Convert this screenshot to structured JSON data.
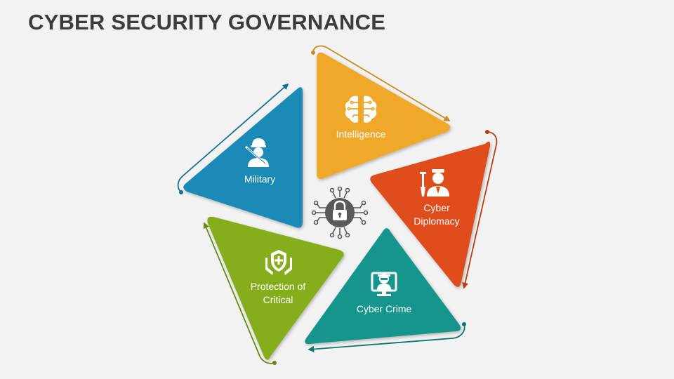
{
  "title": "CYBER SECURITY GOVERNANCE",
  "center_icon": "padlock-circuit-icon",
  "segments": [
    {
      "label": "Intelligence",
      "icon": "brain-circuit-icon",
      "color": "#f0a82a"
    },
    {
      "label_lines": [
        "Cyber",
        "Diplomacy"
      ],
      "icon": "diplomat-icon",
      "color": "#e04e1b"
    },
    {
      "label": "Cyber Crime",
      "icon": "hacker-computer-icon",
      "color": "#14958d"
    },
    {
      "label_lines": [
        "Protection of",
        "Critical"
      ],
      "icon": "shield-hands-icon",
      "color": "#86ad1a"
    },
    {
      "label": "Military",
      "icon": "soldier-icon",
      "color": "#1a8ab7"
    }
  ],
  "colors": {
    "background": "#f2f2f2",
    "title": "#3c3c3c",
    "center": "#595959",
    "intelligence_arrow": "#c98d1e",
    "diplomacy_arrow": "#b83f14",
    "crime_arrow": "#0f7670",
    "protection_arrow": "#6b8a15",
    "military_arrow": "#146f94"
  }
}
